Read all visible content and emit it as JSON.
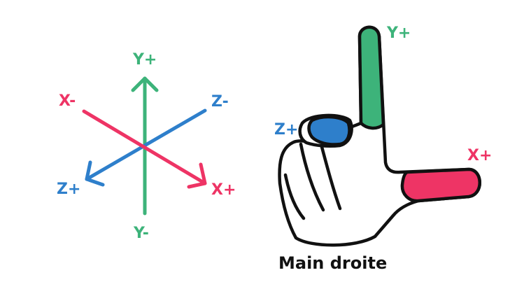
{
  "colors": {
    "x_axis": "#EE3465",
    "y_axis": "#3DB37A",
    "z_axis": "#2E7FCB",
    "outline": "#111111"
  },
  "axes_diagram": {
    "y_plus": "Y+",
    "y_minus": "Y-",
    "x_minus": "X-",
    "x_plus": "X+",
    "z_minus": "Z-",
    "z_plus": "Z+"
  },
  "hand_diagram": {
    "y_plus": "Y+",
    "z_plus": "Z+",
    "x_plus": "X+",
    "caption": "Main droite",
    "icon": "right-hand-rule-icon"
  }
}
